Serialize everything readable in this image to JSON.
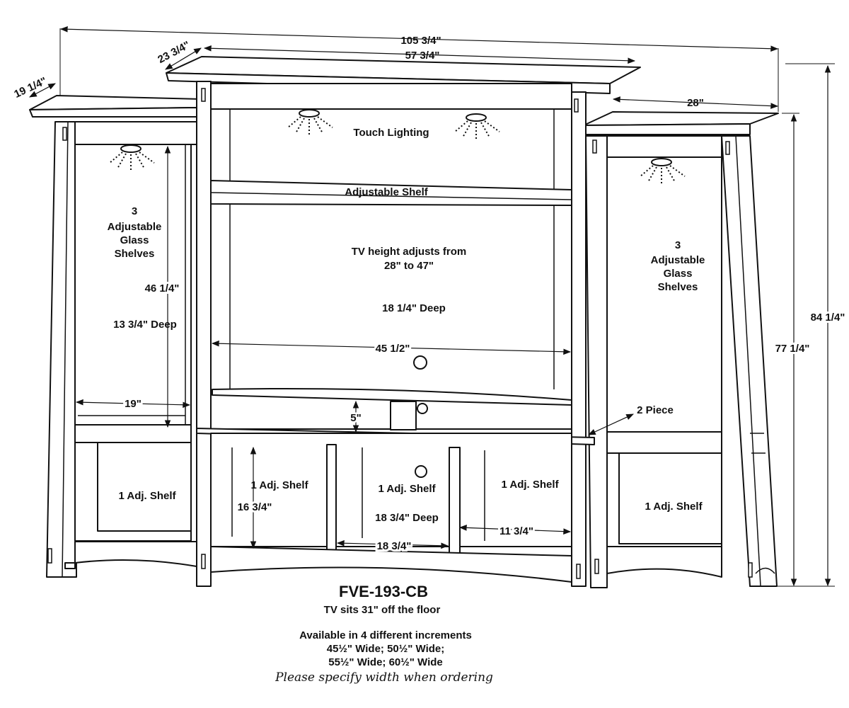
{
  "labels": {
    "overall_width": "105 3/4\"",
    "center_width": "57 3/4\"",
    "center_depth": "23 3/4\"",
    "side_depth": "19 1/4\"",
    "side_width": "28\"",
    "overall_height": "84 1/4\"",
    "side_height": "77 1/4\"",
    "touch_lighting": "Touch Lighting",
    "adjustable_shelf": "Adjustable Shelf",
    "left_glass": [
      "3",
      "Adjustable",
      "Glass",
      "Shelves"
    ],
    "right_glass": [
      "3",
      "Adjustable",
      "Glass",
      "Shelves"
    ],
    "left_height": "46 1/4\"",
    "left_deep": "13 3/4\" Deep",
    "left_width": "19\"",
    "left_adj": "1 Adj. Shelf",
    "tv_height": [
      "TV height adjusts from",
      "28\" to 47\""
    ],
    "tv_deep": "18 1/4\" Deep",
    "tv_width": "45 1/2\"",
    "gap": "5\"",
    "two_piece": "2 Piece",
    "lower_left_adj": "1 Adj. Shelf",
    "lower_height": "16 3/4\"",
    "lower_center_adj": "1 Adj. Shelf",
    "lower_center_deep": "18 3/4\" Deep",
    "lower_center_width": "18 3/4\"",
    "lower_right_adj": "1 Adj. Shelf",
    "lower_right_width": "11 3/4\"",
    "right_adj": "1 Adj. Shelf"
  },
  "footer": {
    "model": "FVE-193-CB",
    "tv_floor": "TV sits 31\" off the floor",
    "available": "Available in 4 different increments",
    "widths_1": "45½\" Wide; 50½\" Wide;",
    "widths_2": "55½\" Wide; 60½\" Wide",
    "note": "Please specify width when ordering"
  }
}
